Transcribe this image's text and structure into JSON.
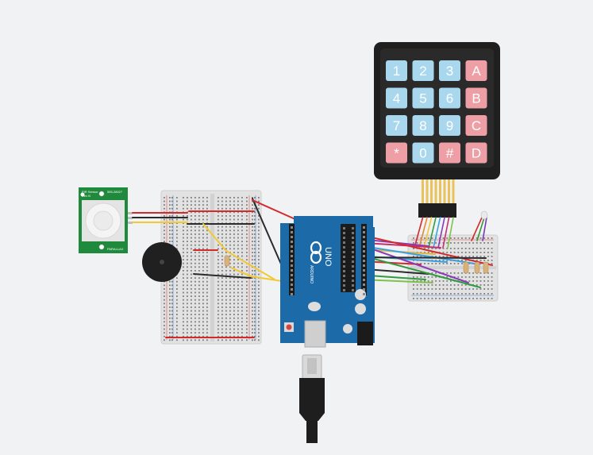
{
  "keypad": {
    "keys": [
      {
        "label": "1",
        "kind": "num"
      },
      {
        "label": "2",
        "kind": "num"
      },
      {
        "label": "3",
        "kind": "num"
      },
      {
        "label": "A",
        "kind": "letter"
      },
      {
        "label": "4",
        "kind": "num"
      },
      {
        "label": "5",
        "kind": "num"
      },
      {
        "label": "6",
        "kind": "num"
      },
      {
        "label": "B",
        "kind": "letter"
      },
      {
        "label": "7",
        "kind": "num"
      },
      {
        "label": "8",
        "kind": "num"
      },
      {
        "label": "9",
        "kind": "num"
      },
      {
        "label": "C",
        "kind": "letter"
      },
      {
        "label": "*",
        "kind": "letter"
      },
      {
        "label": "0",
        "kind": "num"
      },
      {
        "label": "#",
        "kind": "letter"
      },
      {
        "label": "D",
        "kind": "letter"
      }
    ]
  },
  "pir": {
    "name": "PIR Sensor",
    "model": "555-28027",
    "rev": "Rev B",
    "brand": "PARALLAX"
  },
  "arduino": {
    "board": "UNO",
    "brand": "ARDUINO"
  },
  "colors": {
    "background": "#f1f2f4",
    "keypad_body": "#1f1f1f",
    "key_number": "#a9d7ee",
    "key_letter": "#ee9fa6",
    "arduino_blue": "#1d6aa9",
    "pir_pcb": "#1f8a3c"
  },
  "icons": [
    "arduino-infinity-logo",
    "usb-plug-icon"
  ]
}
